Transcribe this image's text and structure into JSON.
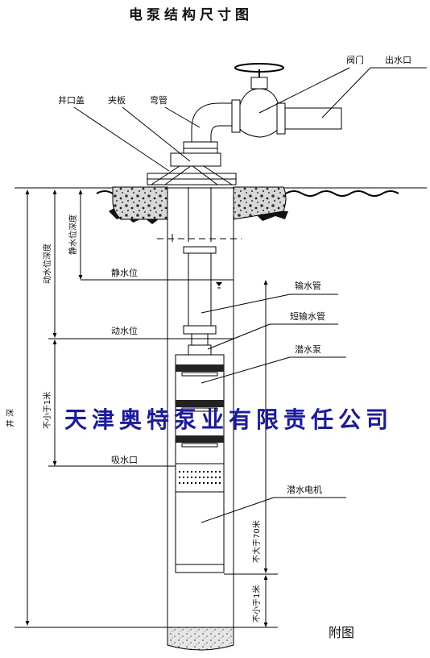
{
  "title": "电泵结构尺寸图",
  "note": "附图",
  "watermark": "天津奥特泵业有限责任公司",
  "labels": {
    "well_cover": "井口盖",
    "clamp": "夹板",
    "elbow": "弯管",
    "valve": "阀门",
    "outlet": "出水口",
    "static_level": "静水位",
    "dynamic_level": "动水位",
    "water_pipe": "输水管",
    "short_pipe": "短输水管",
    "pump": "潜水泵",
    "suction": "吸水口",
    "motor": "潜水电机"
  },
  "dimensions": {
    "well_depth": "井 深",
    "dynamic_depth": "动水位深度",
    "static_depth": "静水位深度",
    "submerge_min": "不小于1米",
    "max_70": "不大于70米",
    "bottom_min": "不小于1米"
  },
  "colors": {
    "line": "#000000",
    "watermark": "#1a1aa8",
    "background": "#ffffff"
  }
}
